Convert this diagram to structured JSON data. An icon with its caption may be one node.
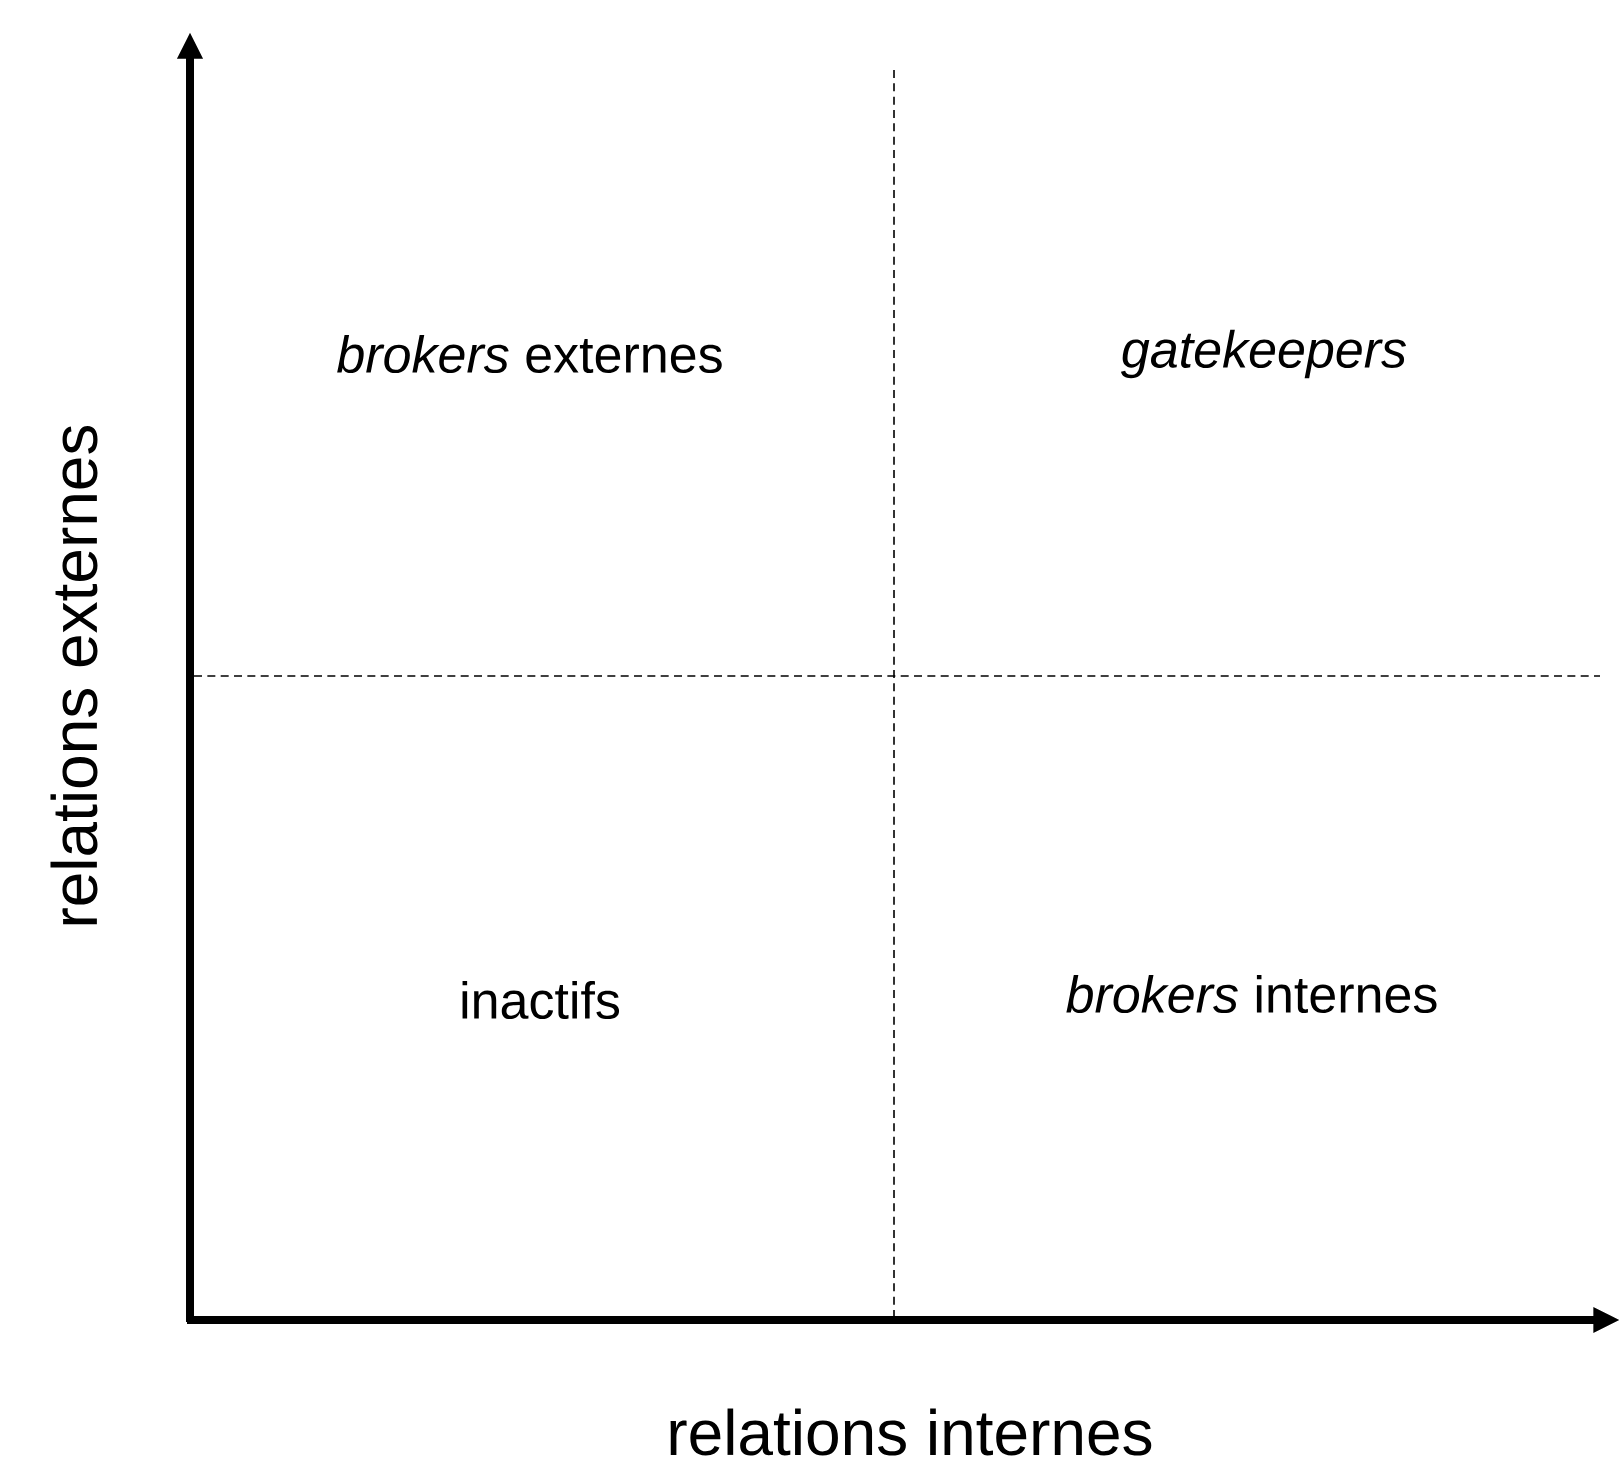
{
  "diagram": {
    "labels": [
      "*brokers* externes",
      "gatekeepers",
      "inactifs",
      "*brokers* internes",
      "relations externes",
      "relations internes"
    ]
  }
}
